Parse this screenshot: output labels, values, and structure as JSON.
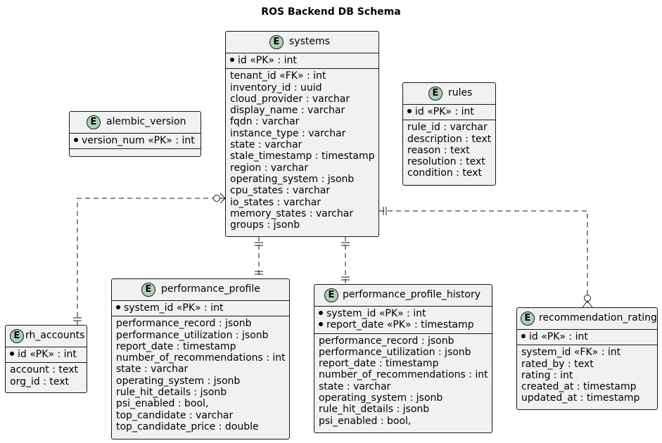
{
  "title": "ROS Backend DB Schema",
  "entity_badge": "E",
  "entities": {
    "systems": {
      "name": "systems",
      "pk": [
        "id «PK» : int"
      ],
      "attrs": [
        "tenant_id «FK» : int",
        "inventory_id : uuid",
        "cloud_provider : varchar",
        "display_name : varchar",
        "fqdn : varchar",
        "instance_type : varchar",
        "state : varchar",
        "stale_timestamp : timestamp",
        "region : varchar",
        "operating_system : jsonb",
        "cpu_states : varchar",
        "io_states : varchar",
        "memory_states : varchar",
        "groups : jsonb"
      ]
    },
    "alembic_version": {
      "name": "alembic_version",
      "pk": [
        "version_num «PK» : int"
      ],
      "attrs": []
    },
    "rules": {
      "name": "rules",
      "pk": [
        "id «PK» : int"
      ],
      "attrs": [
        "rule_id : varchar",
        "description : text",
        "reason : text",
        "resolution : text",
        "condition : text"
      ]
    },
    "rh_accounts": {
      "name": "rh_accounts",
      "pk": [
        "id «PK» : int"
      ],
      "attrs": [
        "account : text",
        "org_id : text"
      ]
    },
    "performance_profile": {
      "name": "performance_profile",
      "pk": [
        "system_id «PK» : int"
      ],
      "attrs": [
        "performance_record : jsonb",
        "performance_utilization : jsonb",
        "report_date : timestamp",
        "number_of_recommendations : int",
        "state : varchar",
        "operating_system : jsonb",
        "rule_hit_details : jsonb",
        "psi_enabled : bool,",
        "top_candidate : varchar",
        "top_candidate_price : double"
      ]
    },
    "performance_profile_history": {
      "name": "performance_profile_history",
      "pk": [
        "system_id «PK» : int",
        "report_date «PK» : timestamp"
      ],
      "attrs": [
        "performance_record : jsonb",
        "performance_utilization : jsonb",
        "report_date : timestamp",
        "number_of_recommendations : int",
        "state : varchar",
        "operating_system : jsonb",
        "rule_hit_details : jsonb",
        "psi_enabled : bool,"
      ]
    },
    "recommendation_rating": {
      "name": "recommendation_rating",
      "pk": [
        "id «PK» : int"
      ],
      "attrs": [
        "system_id «FK» : int",
        "rated_by : text",
        "rating : int",
        "created_at : timestamp",
        "updated_at : timestamp"
      ]
    }
  },
  "relationships": [
    {
      "from": "systems",
      "to": "rh_accounts",
      "from_end": "zero-or-many",
      "to_end": "exactly-one"
    },
    {
      "from": "systems",
      "to": "performance_profile",
      "from_end": "exactly-one",
      "to_end": "exactly-one"
    },
    {
      "from": "systems",
      "to": "performance_profile_history",
      "from_end": "exactly-one",
      "to_end": "exactly-one"
    },
    {
      "from": "systems",
      "to": "recommendation_rating",
      "from_end": "exactly-one",
      "to_end": "zero-or-many"
    }
  ],
  "colors": {
    "entity_fill": "#f1f1f1",
    "badge_fill": "#add1b2",
    "line": "#181818"
  }
}
